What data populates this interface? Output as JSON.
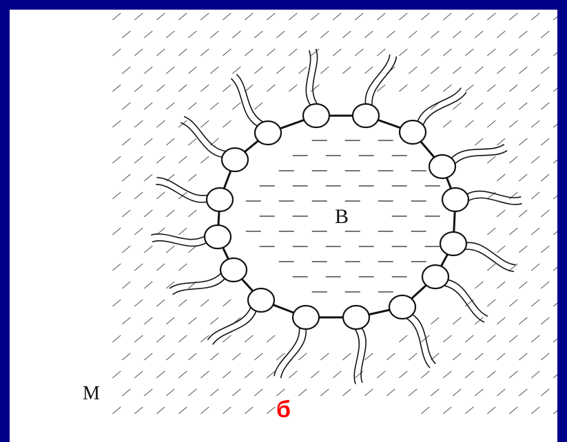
{
  "diagram": {
    "medium_label": "М",
    "core_label": "В",
    "caption": "б",
    "colors": {
      "frame": "#00008b",
      "ink": "#111111",
      "caption": "#ff0000"
    }
  }
}
